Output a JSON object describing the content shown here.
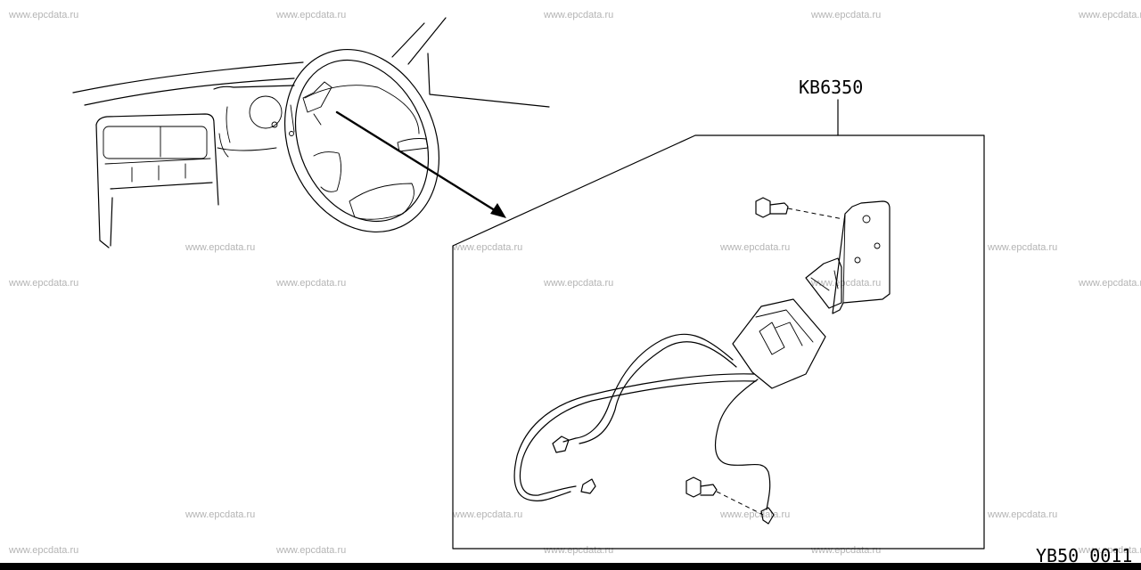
{
  "watermark": "www.epcdata.ru",
  "part_callout": "KB6350",
  "figure_code": "YB50 0011"
}
